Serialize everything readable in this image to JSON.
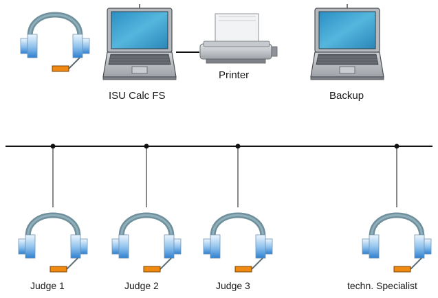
{
  "devices": {
    "calc_label": "ISU Calc FS",
    "printer_label": "Printer",
    "backup_label": "Backup"
  },
  "headsets": [
    {
      "label": "Judge 1"
    },
    {
      "label": "Judge 2"
    },
    {
      "label": "Judge 3"
    },
    {
      "label": "techn. Specialist"
    }
  ],
  "colors": {
    "headband": "#6f8f9c",
    "earcup_light": "#e6f1fb",
    "earcup_dark": "#2f7fd0",
    "mic": "#f08a12",
    "laptop_body": "#b9bcc1",
    "screen": "#3a9fcf",
    "bus_line": "#111111"
  }
}
